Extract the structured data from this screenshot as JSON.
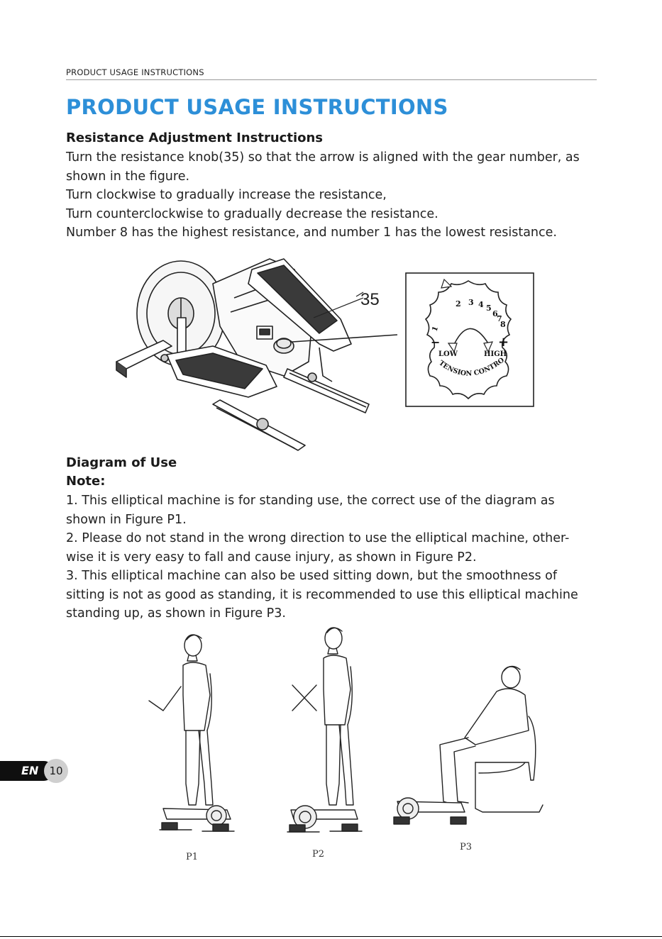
{
  "header": {
    "running_title": "PRODUCT USAGE INSTRUCTIONS",
    "page_title": "PRODUCT USAGE INSTRUCTIONS"
  },
  "resistance": {
    "heading": "Resistance Adjustment Instructions",
    "lines": [
      "Turn the resistance knob(35) so that the arrow is aligned with the gear number, as",
      "shown in the figure.",
      "Turn clockwise to gradually increase the resistance,",
      "Turn counterclockwise to gradually decrease the resistance.",
      "Number 8 has the highest resistance, and number 1 has the lowest resistance."
    ],
    "callout_number": "35",
    "dial": {
      "numbers": [
        "1",
        "2",
        "3",
        "4",
        "5",
        "6",
        "7",
        "8"
      ],
      "minus": "−",
      "plus": "+",
      "low_label": "LOW",
      "high_label": "HIGH",
      "caption": "TENSION CONTROL"
    }
  },
  "usage": {
    "heading": "Diagram of Use",
    "note_label": "Note:",
    "lines": [
      "1. This elliptical machine is for standing use, the correct use of the diagram as",
      "shown in Figure P1.",
      "2. Please do not stand in the wrong direction to use the elliptical machine, other-",
      "wise it is very easy to fall and cause injury, as shown in Figure P2.",
      "3. This elliptical machine can also be used sitting down, but the smoothness of",
      "sitting is not as good as standing, it is recommended to use this elliptical machine",
      "standing up, as shown in Figure P3."
    ],
    "figures": {
      "p1": "P1",
      "p2": "P2",
      "p3": "P3"
    }
  },
  "footer": {
    "language": "EN",
    "page_number": "10"
  }
}
